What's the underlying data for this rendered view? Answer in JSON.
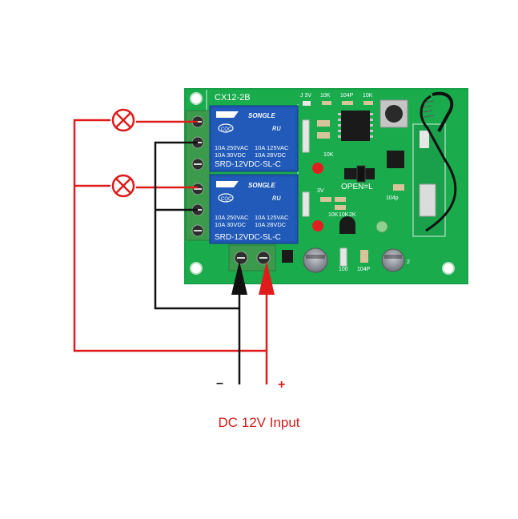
{
  "board": {
    "model": "CX12-2B",
    "jumper_label": "OPEN=L"
  },
  "relays": [
    {
      "brand": "SONGLE",
      "ratings_left": [
        "10A 250VAC",
        "10A  30VDC"
      ],
      "ratings_right": [
        "10A  125VAC",
        "10A  28VDC"
      ],
      "model": "SRD-12VDC-SL-C"
    },
    {
      "brand": "SONGLE",
      "ratings_left": [
        "10A 250VAC",
        "10A  30VDC"
      ],
      "ratings_right": [
        "10A  125VAC",
        "10A  28VDC"
      ],
      "model": "SRD-12VDC-SL-C"
    }
  ],
  "component_labels": {
    "j1": "J 3V",
    "r_10k_a": "10K",
    "c_104p_a": "104P",
    "r_10k_b": "10K",
    "r_10k_c": "10K",
    "j_3v": "3V",
    "r_10k_d": "10K",
    "r_10k_e": "10K",
    "r_2k": "2K",
    "c_104p_b": "104p",
    "r_100": "100",
    "c_104p_c": "104P",
    "cap_2": "2"
  },
  "power": {
    "minus_label": "–",
    "plus_label": "+",
    "caption": "DC 12V Input"
  },
  "colors": {
    "pcb": "#17a34a",
    "relay": "#1f55b3",
    "terminal": "#3d9c4e",
    "wire_red": "#e01b1b",
    "wire_black": "#111111"
  },
  "icons": {
    "lamp": "lamp-icon",
    "arrow_up": "arrow-up-icon",
    "antenna": "antenna-icon"
  }
}
